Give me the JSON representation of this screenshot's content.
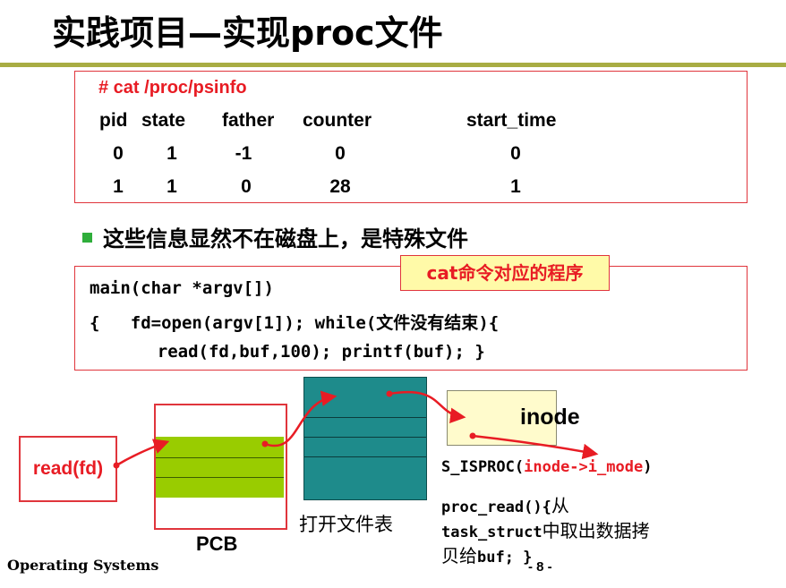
{
  "title": "实践项目—实现proc文件",
  "psinfo": {
    "command": "# cat /proc/psinfo",
    "headers": [
      "pid",
      "state",
      "father",
      "counter",
      "start_time"
    ],
    "rows": [
      [
        "0",
        "1",
        "-1",
        "0",
        "0"
      ],
      [
        "1",
        "1",
        "0",
        "28",
        "1"
      ]
    ]
  },
  "bullet": "这些信息显然不在磁盘上，是特殊文件",
  "code": {
    "callout": "cat命令对应的程序",
    "line1": "main(char *argv[])",
    "line2_pre": "{   fd=open(argv[1]); while(",
    "line2_cn": "文件没有结束",
    "line2_post": "){",
    "line3": "    read(fd,buf,100); printf(buf); }"
  },
  "diagram": {
    "read_fd": "read(fd)",
    "pcb_label": "PCB",
    "file_table_label": "打开文件表",
    "inode_label": "inode",
    "isproc_pre": "S_ISPROC(",
    "isproc_red": "inode->i_mode",
    "isproc_post": ")",
    "procread_line1_mono": "proc_read(){",
    "procread_line1_cn": "从",
    "procread_line2_mono": "task_struct",
    "procread_line2_cn": "中取出数据拷",
    "procread_line3_cn": "贝给",
    "procread_line3_mono": "buf; }"
  },
  "footer": {
    "left": "Operating Systems",
    "page": "- 8 -"
  },
  "colors": {
    "accent_red": "#e81c24",
    "rule_olive": "#a8ac43",
    "pcb_green": "#99cc00",
    "file_table_teal": "#1e8b8b",
    "inode_yellow": "#fffbcc",
    "callout_yellow": "#fffaa8",
    "bullet_green": "#2fae3b"
  }
}
